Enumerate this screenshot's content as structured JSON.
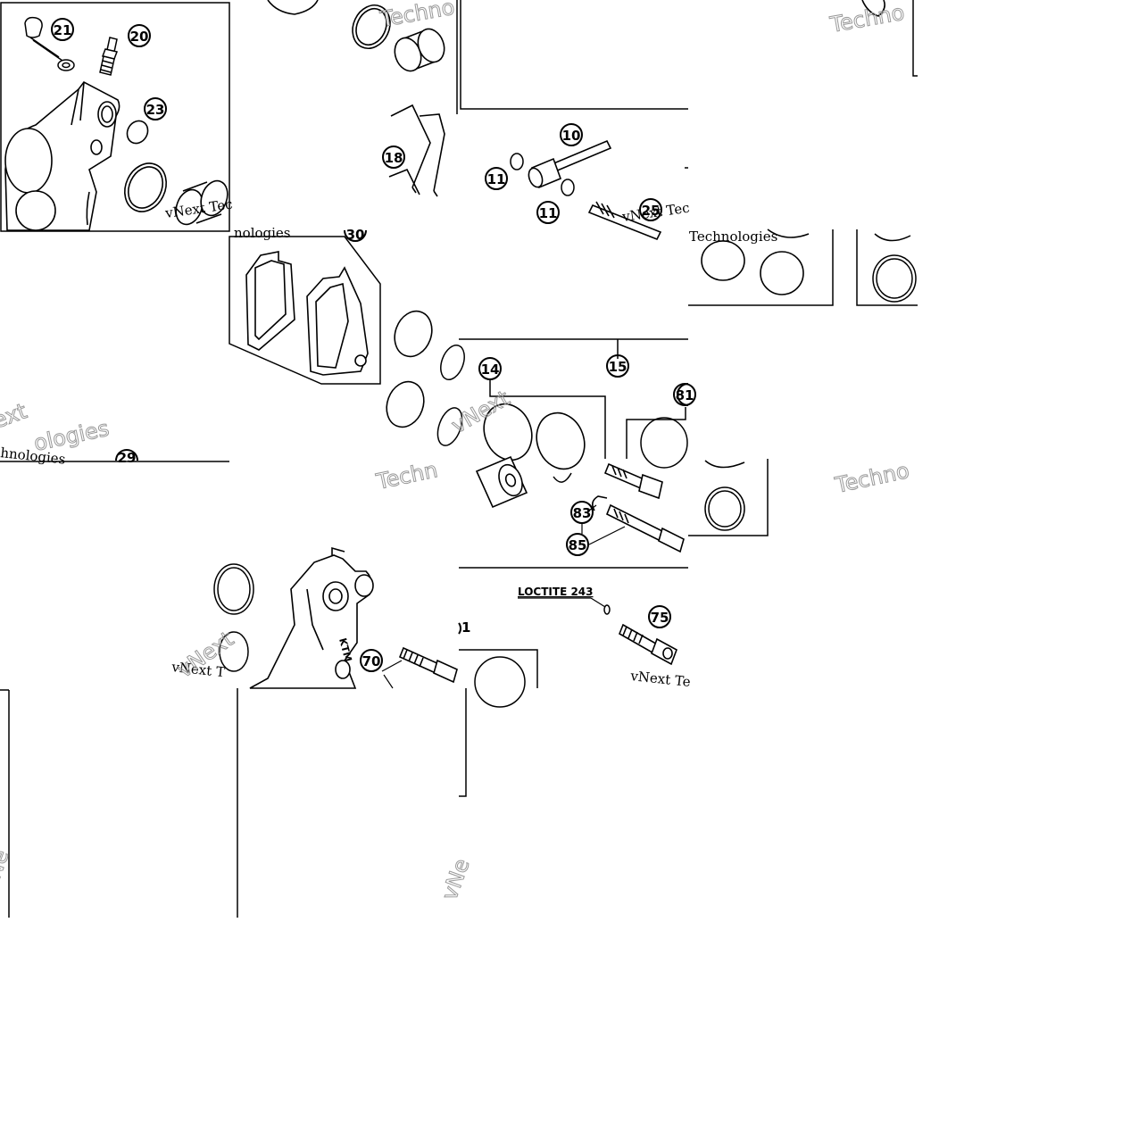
{
  "diagram": {
    "callouts": {
      "c21": "21",
      "c20": "20",
      "c23": "23",
      "c18": "18",
      "c10": "10",
      "c11a": "11",
      "c11b": "11",
      "c25": "25",
      "c30": "30",
      "c14": "14",
      "c15": "15",
      "c81": "81",
      "c83": "83",
      "c85": "85",
      "c70": "70",
      "c75": "75",
      "c29": "29",
      "c_partial": "1"
    },
    "loctite_label": "LOCTITE 243",
    "caliper_logo": "KTM",
    "watermarks": {
      "vnext_tec_1": "vNext Tec",
      "vnext_tec_2": "vNext Tec",
      "vnext_te": "vNext Te",
      "vnext_t": "vNext T",
      "technologies_1": "Technologies",
      "hnologies": "hnologies",
      "nologies": "nologies",
      "techno_1": "Techno",
      "techno_2": "Techno",
      "techn": "Techn",
      "vnext_outline_1": "vNext",
      "vnext_outline_2": "vNext",
      "vnext_outline_3": "vNe",
      "ext_outline": "ext",
      "ologies_outline": "ologies"
    }
  }
}
